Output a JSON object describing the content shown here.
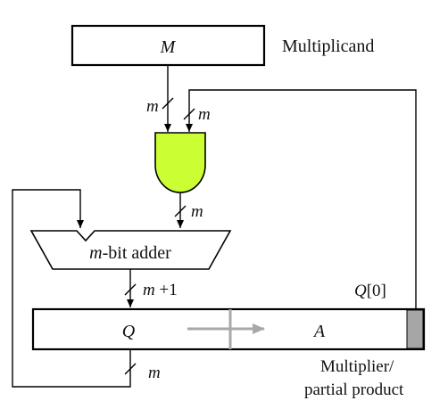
{
  "colors": {
    "and_gate_fill": "#ccff33",
    "shift_arrow": "#a8a8a8",
    "lsb_cell": "#a6a6a6",
    "line": "#000000",
    "background": "#ffffff"
  },
  "registers": {
    "multiplicand": {
      "symbol": "M",
      "label": "Multiplicand"
    },
    "combined": {
      "left_symbol": "Q",
      "right_symbol": "A",
      "label_line1": "Multiplier/",
      "label_line2": "partial product",
      "lsb_label_var": "Q",
      "lsb_label_index": "[0]"
    }
  },
  "adder": {
    "width_var": "m",
    "label_rest": "-bit adder"
  },
  "widths": {
    "m_to_gate": "m",
    "q0_feedback": "m",
    "gate_to_adder": "m",
    "adder_out_var": "m",
    "adder_out_suffix": " +1",
    "feedback_bottom": "m"
  },
  "icons": {
    "and_gate": "and-gate-icon",
    "shift_arrow": "shift-right-arrow-icon"
  }
}
